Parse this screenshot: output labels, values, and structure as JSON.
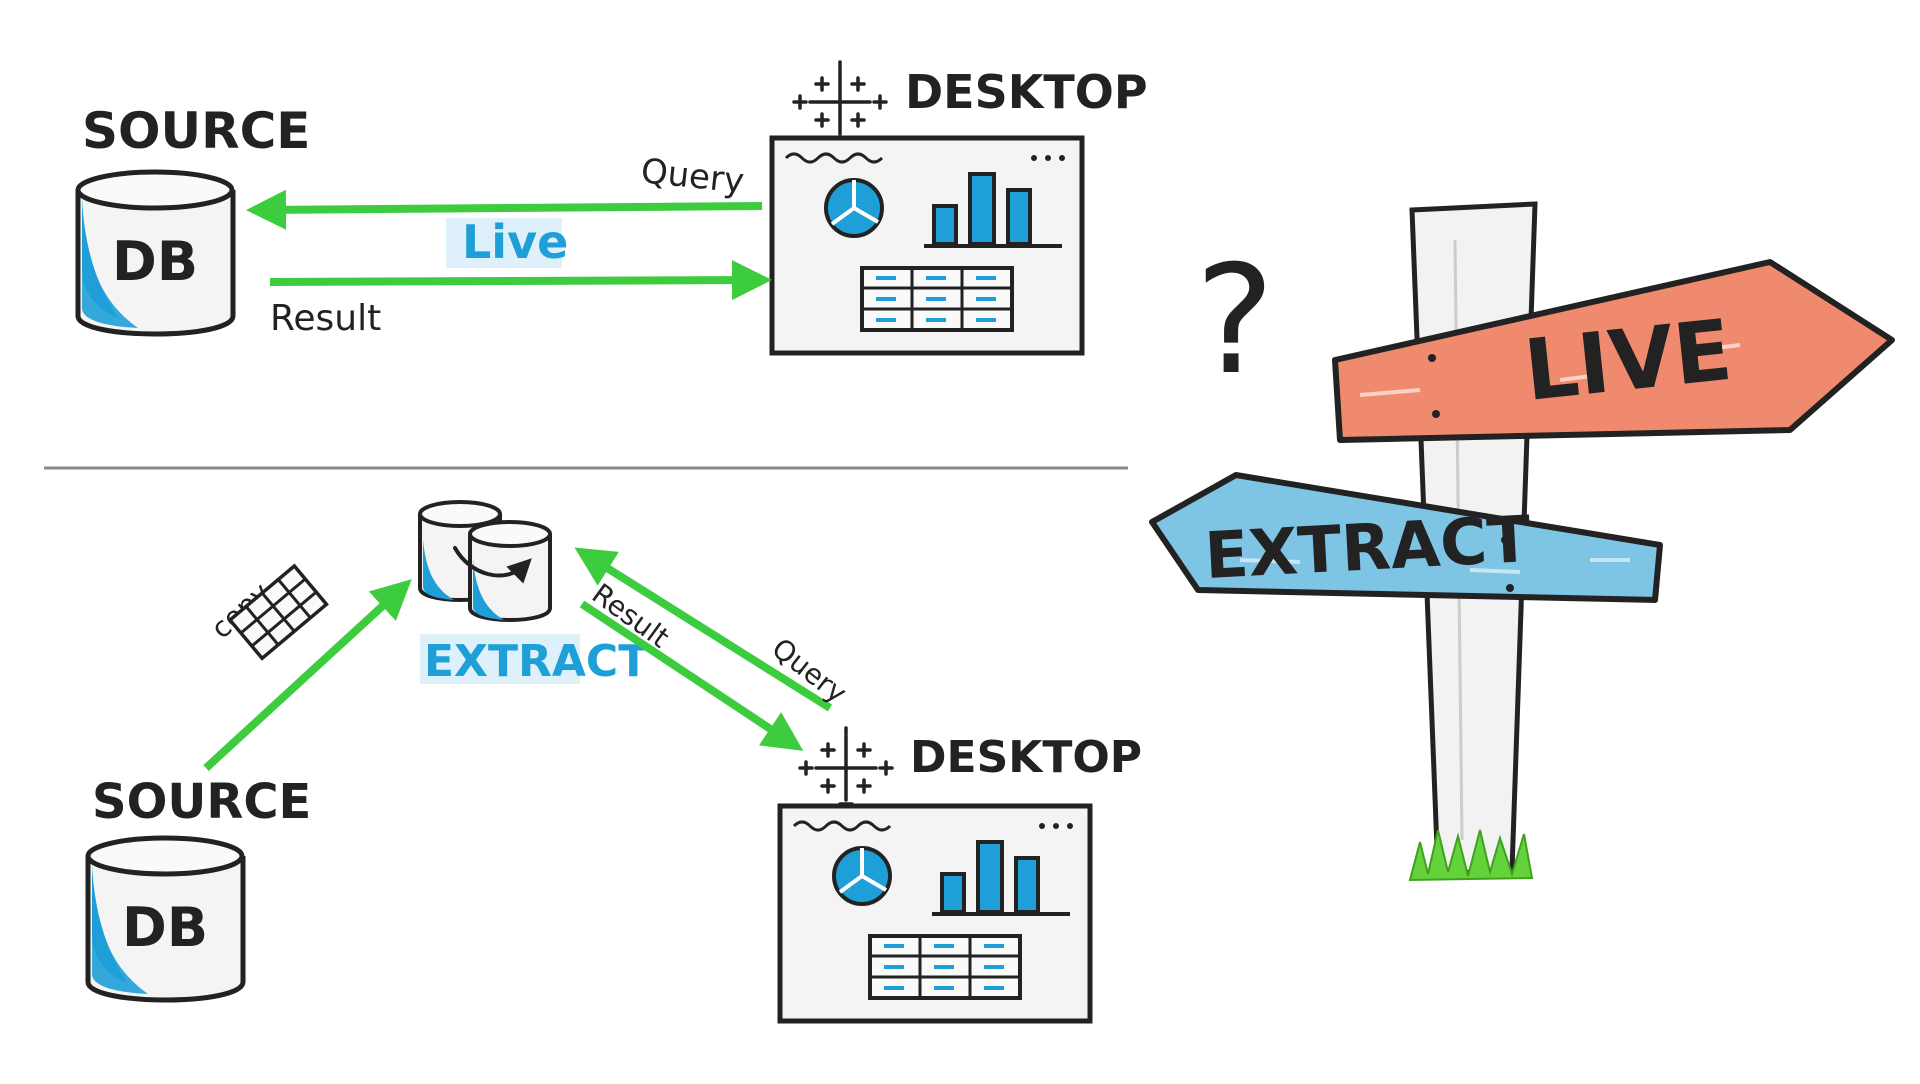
{
  "colors": {
    "arrow": "#3dcc3d",
    "accent_blue": "#1f9fd8",
    "live_sign": "#f08a6f",
    "extract_sign": "#7ec4e4",
    "ink": "#222222",
    "post": "#f2f2f2",
    "grass": "#64d23a"
  },
  "top": {
    "source_label": "SOURCE",
    "db_label": "DB",
    "desktop_label": "DESKTOP",
    "query_label": "Query",
    "result_label": "Result",
    "mode_label": "Live"
  },
  "bottom": {
    "source_label": "SOURCE",
    "db_label": "DB",
    "copy_label": "copy",
    "extract_label": "EXTRACT",
    "result_label": "Result",
    "query_label": "Query",
    "desktop_label": "DESKTOP"
  },
  "signpost": {
    "question_mark": "?",
    "live_sign": "LIVE",
    "extract_sign": "EXTRACT"
  },
  "icons": {
    "tableau_logo": "tableau-plus-logo-icon",
    "database": "database-cylinder-icon",
    "dashboard": "dashboard-window-icon",
    "table_grid": "table-grid-icon"
  }
}
